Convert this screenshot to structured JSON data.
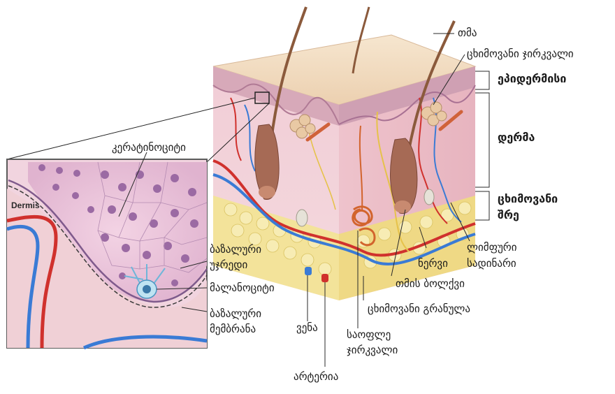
{
  "labels": {
    "hair": "თმა",
    "sweat_gland_top": "ცხიმოვანი ჯირკვალი",
    "epidermis": "ეპიდერმისი",
    "dermis_layer": "დერმა",
    "fat_layer_line1": "ცხიმოვანი",
    "fat_layer_line2": "შრე",
    "keratinocytes": "კერატინოციტი",
    "dermis_inset": "Dermis",
    "basal_cells_line1": "ბაზალური",
    "basal_cells_line2": "უჯრედი",
    "melanocyte": "მალანოციტი",
    "basal_membrane_line1": "ბაზალური",
    "basal_membrane_line2": "მემბრანა",
    "vein": "ვენა",
    "artery": "არტერია",
    "sweat_gland_line1": "საოფლე",
    "sweat_gland_line2": "ჯირკვალი",
    "fat_granule": "ცხიმოვანი გრანულა",
    "hair_follicle": "თმის ბოლქვი",
    "nerve": "ნერვი",
    "lymph_line1": "ლიმფური",
    "lymph_line2": "სადინარი"
  },
  "colors": {
    "skin_top": "#f1dcc0",
    "epidermis": "#d7a9b9",
    "dermis": "#f2cfd6",
    "fat": "#f3e39a",
    "artery": "#d0312d",
    "vein": "#3a7bd5",
    "hair": "#8b5a3c"
  }
}
